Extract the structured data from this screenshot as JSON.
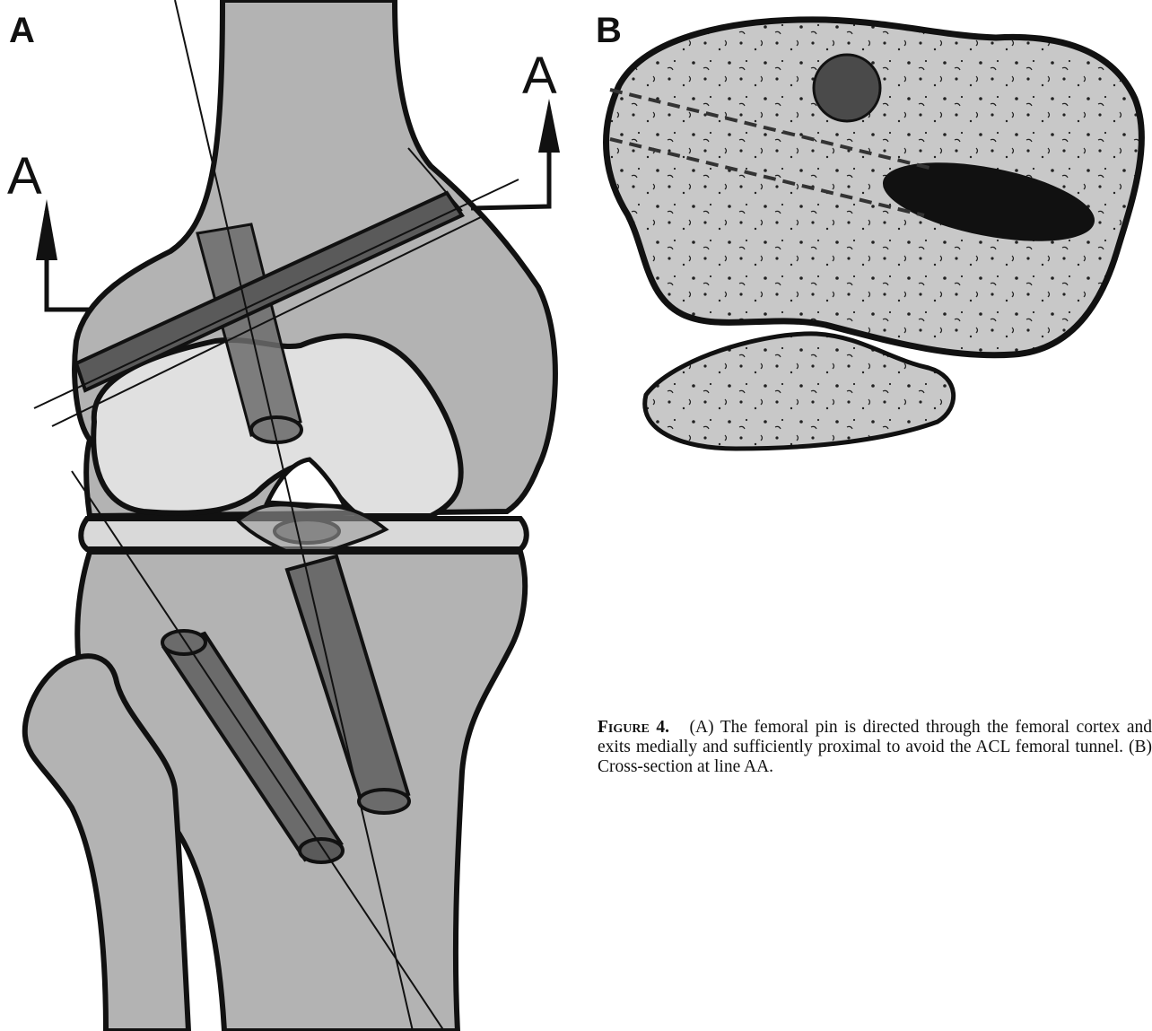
{
  "panels": {
    "a_label": "A",
    "b_label": "B"
  },
  "section_line": {
    "left_label": "A",
    "right_label": "A"
  },
  "caption": {
    "label": "Figure 4.",
    "text": "(A) The femoral pin is directed through the femoral cortex and exits medially and sufficiently proximal to avoid the ACL femoral tunnel. (B) Cross-section at line AA."
  },
  "colors": {
    "bone": "#b3b3b3",
    "cartilage": "#d9d9d9",
    "tunnel": "#6b6b6b",
    "outline": "#111111",
    "cross_section": "#c8c8c8"
  }
}
